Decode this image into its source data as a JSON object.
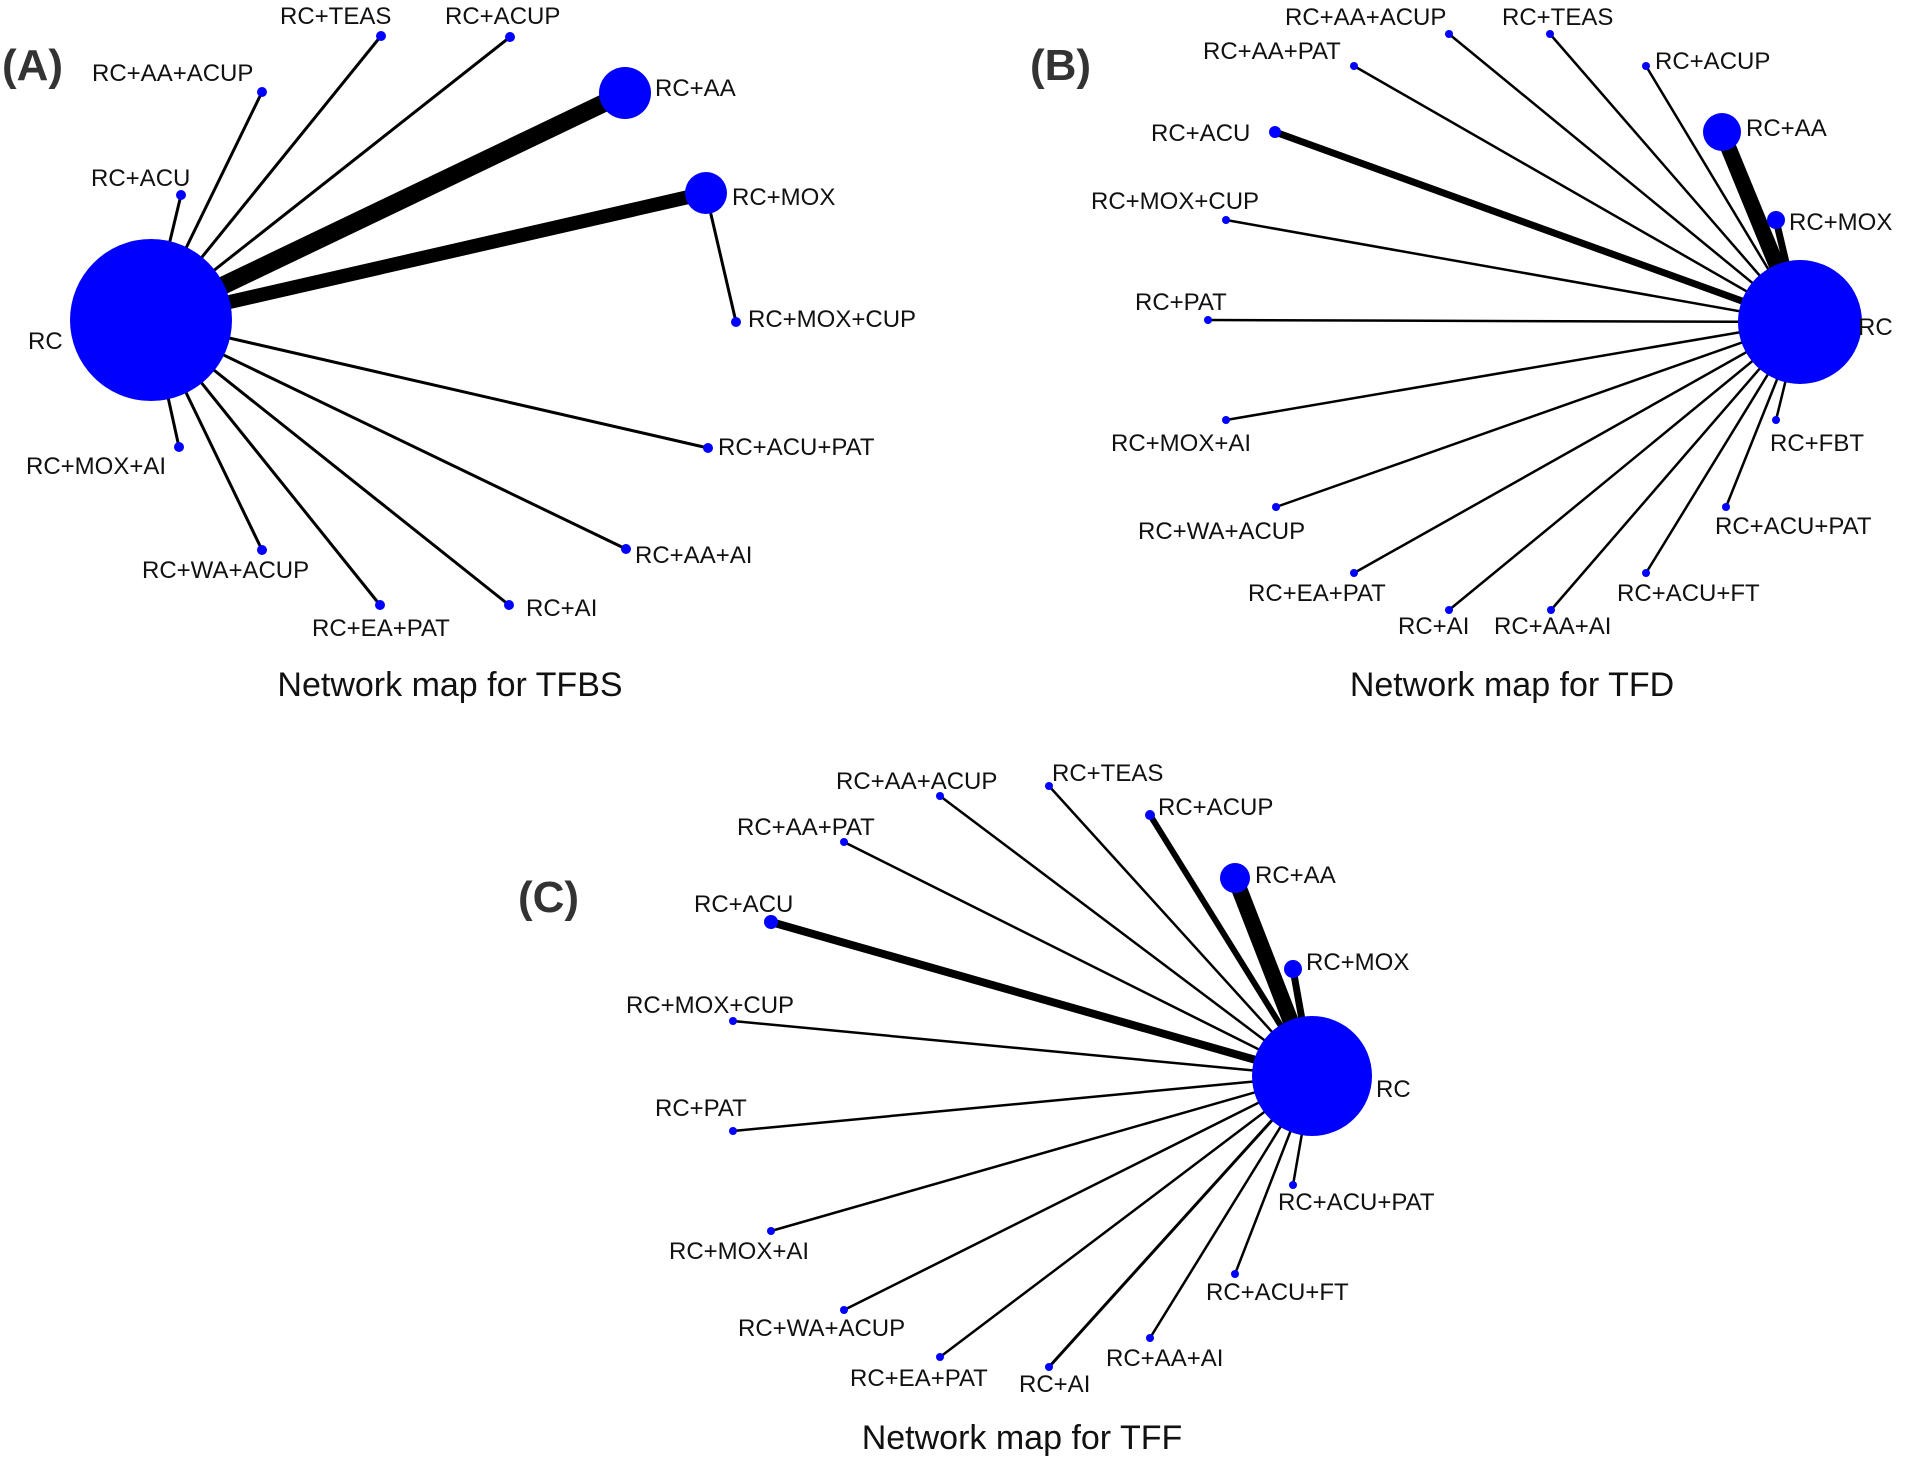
{
  "figure": {
    "node_color": "#0000ff",
    "edge_color": "#000000",
    "panels": [
      {
        "id": "A",
        "letter": "(A)",
        "caption": "Network map for TFBS",
        "nodes": [
          {
            "key": "RC",
            "label": "RC"
          },
          {
            "key": "RC+TEAS",
            "label": "RC+TEAS"
          },
          {
            "key": "RC+ACUP",
            "label": "RC+ACUP"
          },
          {
            "key": "RC+AA+ACUP",
            "label": "RC+AA+ACUP"
          },
          {
            "key": "RC+AA",
            "label": "RC+AA"
          },
          {
            "key": "RC+ACU",
            "label": "RC+ACU"
          },
          {
            "key": "RC+MOX",
            "label": "RC+MOX"
          },
          {
            "key": "RC+MOX+CUP",
            "label": "RC+MOX+CUP"
          },
          {
            "key": "RC+ACU+PAT",
            "label": "RC+ACU+PAT"
          },
          {
            "key": "RC+MOX+AI",
            "label": "RC+MOX+AI"
          },
          {
            "key": "RC+AA+AI",
            "label": "RC+AA+AI"
          },
          {
            "key": "RC+WA+ACUP",
            "label": "RC+WA+ACUP"
          },
          {
            "key": "RC+AI",
            "label": "RC+AI"
          },
          {
            "key": "RC+EA+PAT",
            "label": "RC+EA+PAT"
          }
        ],
        "edges": [
          {
            "from": "RC",
            "to": "RC+AA"
          },
          {
            "from": "RC",
            "to": "RC+MOX"
          },
          {
            "from": "RC",
            "to": "RC+TEAS"
          },
          {
            "from": "RC",
            "to": "RC+ACUP"
          },
          {
            "from": "RC",
            "to": "RC+AA+ACUP"
          },
          {
            "from": "RC",
            "to": "RC+ACU"
          },
          {
            "from": "RC",
            "to": "RC+ACU+PAT"
          },
          {
            "from": "RC",
            "to": "RC+MOX+AI"
          },
          {
            "from": "RC",
            "to": "RC+AA+AI"
          },
          {
            "from": "RC",
            "to": "RC+WA+ACUP"
          },
          {
            "from": "RC",
            "to": "RC+AI"
          },
          {
            "from": "RC",
            "to": "RC+EA+PAT"
          },
          {
            "from": "RC+MOX",
            "to": "RC+MOX+CUP"
          }
        ]
      },
      {
        "id": "B",
        "letter": "(B)",
        "caption": "Network map for TFD",
        "nodes": [
          {
            "key": "RC",
            "label": "RC"
          },
          {
            "key": "RC+AA+ACUP",
            "label": "RC+AA+ACUP"
          },
          {
            "key": "RC+TEAS",
            "label": "RC+TEAS"
          },
          {
            "key": "RC+AA+PAT",
            "label": "RC+AA+PAT"
          },
          {
            "key": "RC+ACUP",
            "label": "RC+ACUP"
          },
          {
            "key": "RC+ACU",
            "label": "RC+ACU"
          },
          {
            "key": "RC+AA",
            "label": "RC+AA"
          },
          {
            "key": "RC+MOX+CUP",
            "label": "RC+MOX+CUP"
          },
          {
            "key": "RC+MOX",
            "label": "RC+MOX"
          },
          {
            "key": "RC+PAT",
            "label": "RC+PAT"
          },
          {
            "key": "RC+MOX+AI",
            "label": "RC+MOX+AI"
          },
          {
            "key": "RC+FBT",
            "label": "RC+FBT"
          },
          {
            "key": "RC+ACU+PAT",
            "label": "RC+ACU+PAT"
          },
          {
            "key": "RC+WA+ACUP",
            "label": "RC+WA+ACUP"
          },
          {
            "key": "RC+EA+PAT",
            "label": "RC+EA+PAT"
          },
          {
            "key": "RC+ACU+FT",
            "label": "RC+ACU+FT"
          },
          {
            "key": "RC+AI",
            "label": "RC+AI"
          },
          {
            "key": "RC+AA+AI",
            "label": "RC+AA+AI"
          }
        ],
        "edges": [
          {
            "from": "RC",
            "to": "RC+AA"
          },
          {
            "from": "RC",
            "to": "RC+ACU"
          },
          {
            "from": "RC",
            "to": "RC+MOX"
          },
          {
            "from": "RC",
            "to": "RC+AA+ACUP"
          },
          {
            "from": "RC",
            "to": "RC+TEAS"
          },
          {
            "from": "RC",
            "to": "RC+AA+PAT"
          },
          {
            "from": "RC",
            "to": "RC+ACUP"
          },
          {
            "from": "RC",
            "to": "RC+MOX+CUP"
          },
          {
            "from": "RC",
            "to": "RC+PAT"
          },
          {
            "from": "RC",
            "to": "RC+MOX+AI"
          },
          {
            "from": "RC",
            "to": "RC+FBT"
          },
          {
            "from": "RC",
            "to": "RC+ACU+PAT"
          },
          {
            "from": "RC",
            "to": "RC+WA+ACUP"
          },
          {
            "from": "RC",
            "to": "RC+EA+PAT"
          },
          {
            "from": "RC",
            "to": "RC+ACU+FT"
          },
          {
            "from": "RC",
            "to": "RC+AI"
          },
          {
            "from": "RC",
            "to": "RC+AA+AI"
          }
        ]
      },
      {
        "id": "C",
        "letter": "(C)",
        "caption": "Network map for TFF",
        "nodes": [
          {
            "key": "RC",
            "label": "RC"
          },
          {
            "key": "RC+AA+ACUP",
            "label": "RC+AA+ACUP"
          },
          {
            "key": "RC+TEAS",
            "label": "RC+TEAS"
          },
          {
            "key": "RC+ACUP",
            "label": "RC+ACUP"
          },
          {
            "key": "RC+AA+PAT",
            "label": "RC+AA+PAT"
          },
          {
            "key": "RC+AA",
            "label": "RC+AA"
          },
          {
            "key": "RC+ACU",
            "label": "RC+ACU"
          },
          {
            "key": "RC+MOX",
            "label": "RC+MOX"
          },
          {
            "key": "RC+MOX+CUP",
            "label": "RC+MOX+CUP"
          },
          {
            "key": "RC+PAT",
            "label": "RC+PAT"
          },
          {
            "key": "RC+ACU+PAT",
            "label": "RC+ACU+PAT"
          },
          {
            "key": "RC+MOX+AI",
            "label": "RC+MOX+AI"
          },
          {
            "key": "RC+ACU+FT",
            "label": "RC+ACU+FT"
          },
          {
            "key": "RC+WA+ACUP",
            "label": "RC+WA+ACUP"
          },
          {
            "key": "RC+AA+AI",
            "label": "RC+AA+AI"
          },
          {
            "key": "RC+EA+PAT",
            "label": "RC+EA+PAT"
          },
          {
            "key": "RC+AI",
            "label": "RC+AI"
          }
        ],
        "edges": [
          {
            "from": "RC",
            "to": "RC+AA"
          },
          {
            "from": "RC",
            "to": "RC+ACU"
          },
          {
            "from": "RC",
            "to": "RC+MOX"
          },
          {
            "from": "RC",
            "to": "RC+ACUP"
          },
          {
            "from": "RC",
            "to": "RC+AA+ACUP"
          },
          {
            "from": "RC",
            "to": "RC+TEAS"
          },
          {
            "from": "RC",
            "to": "RC+AA+PAT"
          },
          {
            "from": "RC",
            "to": "RC+MOX+CUP"
          },
          {
            "from": "RC",
            "to": "RC+PAT"
          },
          {
            "from": "RC",
            "to": "RC+ACU+PAT"
          },
          {
            "from": "RC",
            "to": "RC+MOX+AI"
          },
          {
            "from": "RC",
            "to": "RC+ACU+FT"
          },
          {
            "from": "RC",
            "to": "RC+WA+ACUP"
          },
          {
            "from": "RC",
            "to": "RC+AA+AI"
          },
          {
            "from": "RC",
            "to": "RC+EA+PAT"
          },
          {
            "from": "RC",
            "to": "RC+AI"
          }
        ]
      }
    ]
  }
}
